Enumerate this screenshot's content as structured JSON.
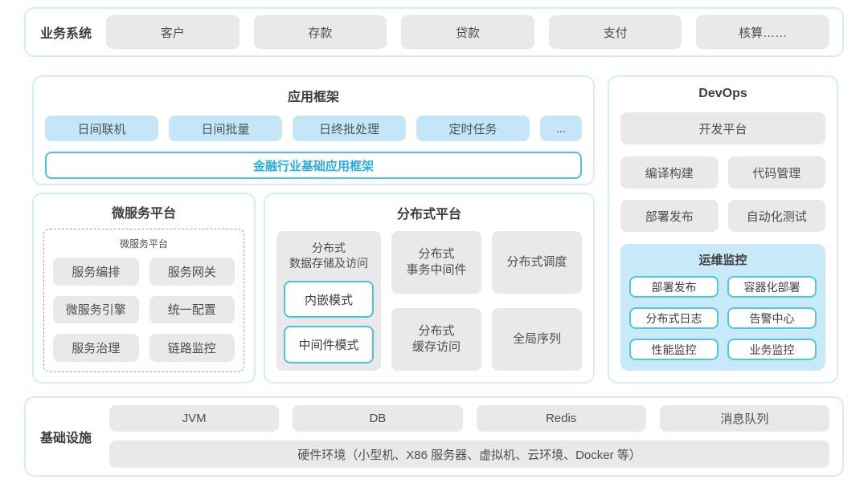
{
  "colors": {
    "panel_border": "#d3eef7",
    "box_gray": "#e9e9e9",
    "box_blue": "#c5e6f6",
    "monitor_bg": "#c8e9f8",
    "accent_teal_border": "#4cc3dc",
    "accent_teal_text": "#29ade3",
    "text_dark": "#3e3e3e"
  },
  "business_systems": {
    "label": "业务系统",
    "items": [
      "客户",
      "存款",
      "贷款",
      "支付",
      "核算……"
    ]
  },
  "app_framework": {
    "title": "应用框架",
    "modules": [
      "日间联机",
      "日间批量",
      "日终批处理",
      "定时任务",
      "..."
    ],
    "base": "金融行业基础应用框架"
  },
  "microservice": {
    "title": "微服务平台",
    "inner_title": "微服务平台",
    "items": [
      "服务编排",
      "服务网关",
      "微服务引擎",
      "统一配置",
      "服务治理",
      "链路监控"
    ]
  },
  "distributed": {
    "title": "分布式平台",
    "storage": {
      "label": "分布式\n数据存储及访问",
      "modes": [
        "内嵌模式",
        "中间件模式"
      ]
    },
    "middle_cells": [
      "分布式\n事务中间件",
      "分布式\n缓存访问"
    ],
    "right_cells": [
      "分布式调度",
      "全局序列"
    ]
  },
  "devops": {
    "title": "DevOps",
    "platform": "开发平台",
    "tools": [
      "编译构建",
      "代码管理",
      "部署发布",
      "自动化测试"
    ],
    "monitoring": {
      "title": "运维监控",
      "items": [
        "部署发布",
        "容器化部署",
        "分布式日志",
        "告警中心",
        "性能监控",
        "业务监控"
      ]
    }
  },
  "infrastructure": {
    "label": "基础设施",
    "items": [
      "JVM",
      "DB",
      "Redis",
      "消息队列"
    ],
    "hardware": "硬件环境（小型机、X86 服务器、虚拟机、云环境、Docker 等）"
  }
}
